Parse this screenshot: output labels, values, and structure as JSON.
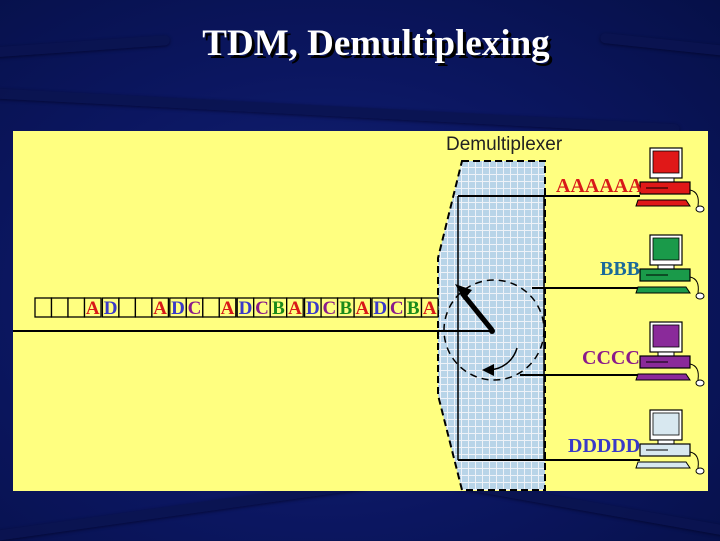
{
  "title": "TDM, Demultiplexing",
  "demultiplexer_label": "Demultiplexer",
  "colors": {
    "background": "#0b1660",
    "panel": "#ffff80",
    "A": "#d81818",
    "B": "#1a8a1a",
    "C": "#8a1a8a",
    "D": "#3a3ac8"
  },
  "frame_sequence": [
    [
      "",
      "",
      "",
      "A"
    ],
    [
      "D",
      "",
      "",
      "A"
    ],
    [
      "D",
      "C",
      "",
      "A"
    ],
    [
      "D",
      "C",
      "B",
      "A"
    ],
    [
      "D",
      "C",
      "B",
      "A"
    ],
    [
      "D",
      "C",
      "B",
      "A"
    ]
  ],
  "outputs": [
    {
      "label": "AAAAAA",
      "color": "#d81818",
      "computer_color": "#e01818",
      "icon": "computer-icon"
    },
    {
      "label": "BBB",
      "color": "#1a6a9a",
      "computer_color": "#1a9a4a",
      "icon": "computer-icon"
    },
    {
      "label": "CCCC",
      "color": "#8a1a8a",
      "computer_color": "#8a2a9a",
      "icon": "computer-icon"
    },
    {
      "label": "DDDDD",
      "color": "#3a3ac8",
      "computer_color": "#d8e8f0",
      "icon": "computer-icon"
    }
  ]
}
